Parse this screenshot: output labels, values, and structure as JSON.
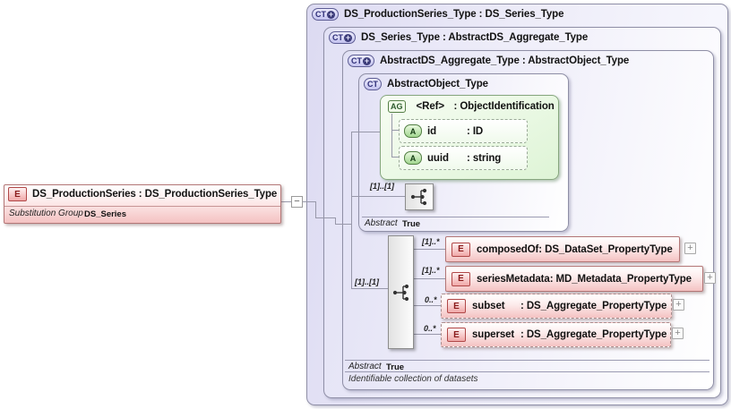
{
  "element": {
    "badge": "E",
    "title": "DS_ProductionSeries : DS_ProductionSeries_Type",
    "substitution_label": "Substitution Group",
    "substitution_value": "DS_Series"
  },
  "boxes": {
    "production_series_type": {
      "badge": "CT",
      "title": "DS_ProductionSeries_Type : DS_Series_Type"
    },
    "series_type": {
      "badge": "CT",
      "title": "DS_Series_Type : AbstractDS_Aggregate_Type"
    },
    "abstract_aggregate_type": {
      "badge": "CT",
      "title": "AbstractDS_Aggregate_Type : AbstractObject_Type",
      "abstract_label": "Abstract",
      "abstract_value": "True",
      "annotation": "Identifiable collection of datasets"
    },
    "abstract_object_type": {
      "badge": "CT",
      "title": "AbstractObject_Type",
      "abstract_label": "Abstract",
      "abstract_value": "True",
      "content_cardinality": "[1]..[1]"
    }
  },
  "attribute_group": {
    "badge": "AG",
    "name": "<Ref>",
    "type": ": ObjectIdentification",
    "attributes": [
      {
        "badge": "A",
        "name": "id",
        "type": ": ID"
      },
      {
        "badge": "A",
        "name": "uuid",
        "type": ": string"
      }
    ]
  },
  "sequence": {
    "cardinality": "[1]..[1]",
    "elements": [
      {
        "cardinality": "[1]..*",
        "badge": "E",
        "name": "composedOf",
        "type": ": DS_DataSet_PropertyType"
      },
      {
        "cardinality": "[1]..*",
        "badge": "E",
        "name": "seriesMetadata",
        "type": ": MD_Metadata_PropertyType"
      },
      {
        "cardinality": "0..*",
        "badge": "E",
        "name": "subset",
        "type": ": DS_Aggregate_PropertyType"
      },
      {
        "cardinality": "0..*",
        "badge": "E",
        "name": "superset",
        "type": ": DS_Aggregate_PropertyType"
      }
    ]
  },
  "icons": {
    "collapse": "−",
    "expand": "+",
    "derived": "+"
  },
  "colors": {
    "lavender_fill": "#dcdaf2",
    "pink_fill": "#f4c2c2",
    "green_fill": "#def4d6",
    "red_border": "#b37676",
    "gray_border": "#8f8fa6"
  }
}
